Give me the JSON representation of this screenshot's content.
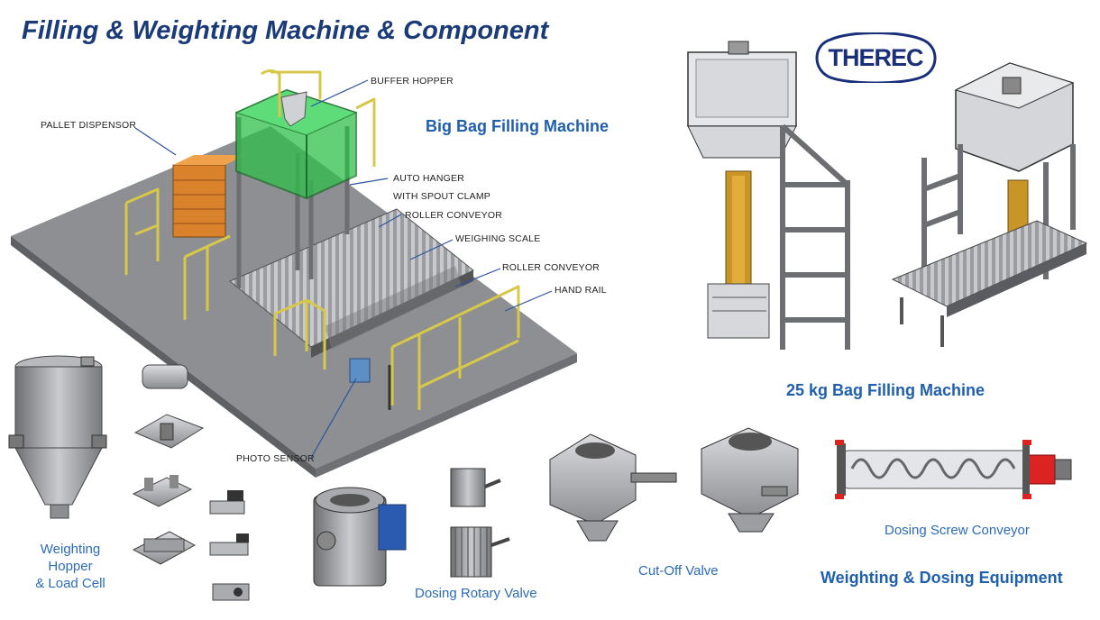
{
  "title": "Filling & Weighting Machine & Component",
  "logo": {
    "text": "THEREC"
  },
  "sections": {
    "big_bag": "Big Bag Filling Machine",
    "small_bag": "25 kg  Bag Filling Machine",
    "weighting_dosing": "Weighting  & Dosing Equipment"
  },
  "callouts": {
    "buffer_hopper": "BUFFER HOPPER",
    "pallet_dispensor": "PALLET DISPENSOR",
    "auto_hanger": "AUTO HANGER",
    "spout_clamp": "WITH SPOUT CLAMP",
    "roller_conveyor_1": "ROLLER CONVEYOR",
    "weighing_scale": "WEIGHING SCALE",
    "roller_conveyor_2": "ROLLER CONVEYOR",
    "hand_rail": "HAND RAIL",
    "photo_sensor": "PHOTO SENSOR"
  },
  "captions": {
    "hopper_line1": "Weighting",
    "hopper_line2": "Hopper",
    "hopper_line3": "& Load Cell",
    "rotary_valve": "Dosing Rotary Valve",
    "cutoff_valve": "Cut-Off Valve",
    "screw_conveyor": "Dosing Screw Conveyor"
  },
  "colors": {
    "title": "#1a3a78",
    "section": "#1f5fad",
    "caption": "#2c6cb8",
    "rail": "#d8c84a",
    "hopper_glass": "#2fbf4a",
    "pallet": "#d9822b",
    "motor_blue": "#2a5bb0",
    "motor_red": "#d22"
  }
}
